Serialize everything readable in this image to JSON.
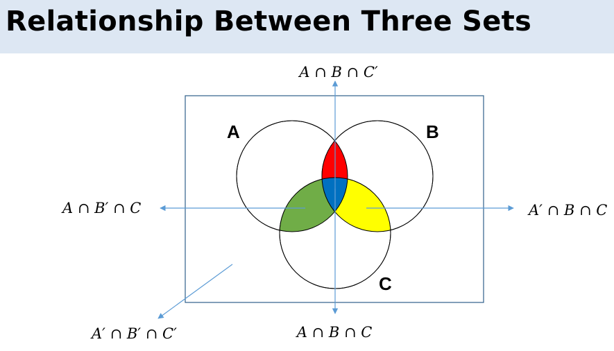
{
  "title": "Relationship Between Three Sets",
  "sets": {
    "a": "A",
    "b": "B",
    "c": "C"
  },
  "regions": {
    "top": "A ∩ B ∩ C′",
    "left": "A ∩ B′ ∩ C",
    "right": "A′ ∩ B ∩ C",
    "bottom": "A ∩ B ∩ C",
    "outside": "A′ ∩ B′ ∩ C′"
  },
  "colors": {
    "header_bg": "#dde7f3",
    "arrow": "#5b9bd5",
    "box": "#2e5f8a",
    "a_and_b": "#ff0000",
    "a_and_c": "#70ad47",
    "b_and_c": "#ffff00",
    "all_three": "#0070c0"
  }
}
